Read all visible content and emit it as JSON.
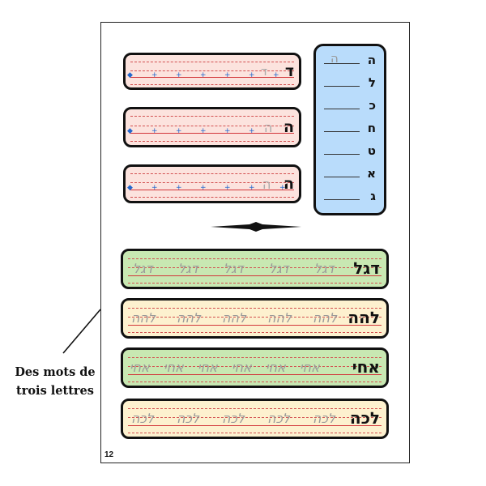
{
  "annotation": {
    "line1": "Des mots de",
    "line2": "trois lettres"
  },
  "page": {
    "number": "12"
  },
  "letter_rows": [
    {
      "model": "ד",
      "trace": "ד"
    },
    {
      "model": "ה",
      "trace": "ה"
    },
    {
      "model": "ה",
      "trace": "ה"
    }
  ],
  "alphabet": [
    {
      "letter": "ה",
      "trace": "ה"
    },
    {
      "letter": "ל",
      "trace": ""
    },
    {
      "letter": "כ",
      "trace": ""
    },
    {
      "letter": "ח",
      "trace": ""
    },
    {
      "letter": "ט",
      "trace": ""
    },
    {
      "letter": "א",
      "trace": ""
    },
    {
      "letter": "ג",
      "trace": ""
    }
  ],
  "word_rows": [
    {
      "model": "דגל",
      "trace": "דגל"
    },
    {
      "model": "להה",
      "trace": "להה"
    },
    {
      "model": "אחי",
      "trace": "אחי"
    },
    {
      "model": "לכה",
      "trace": "לכה"
    }
  ],
  "colors": {
    "pink": "#fce3de",
    "green": "#c8e8b2",
    "yellow": "#fdf1cf",
    "blue": "#b9dcfb",
    "red_line": "#d2363a",
    "dot": "#2266cc"
  }
}
